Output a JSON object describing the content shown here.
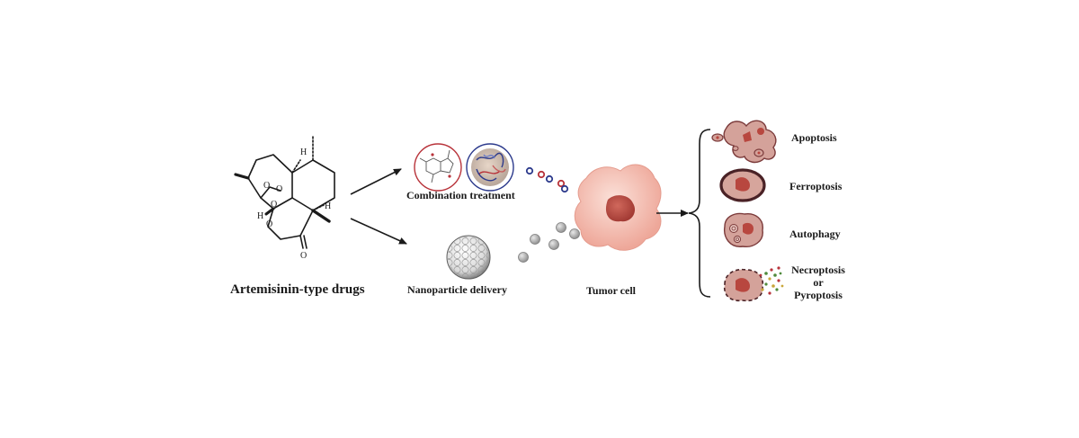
{
  "diagram": {
    "drug_label": "Artemisinin-type drugs",
    "combination_label": "Combination treatment",
    "nanoparticle_label": "Nanoparticle delivery",
    "tumor_label": "Tumor cell",
    "outcomes": {
      "apoptosis": "Apoptosis",
      "ferroptosis": "Ferroptosis",
      "autophagy": "Autophagy",
      "necroptosis": "Necroptosis",
      "or": "or",
      "pyroptosis": "Pyroptosis"
    },
    "molecule_atom_labels": {
      "h_top": "H",
      "h_left": "H",
      "h_right": "H",
      "o_ring_1": "O",
      "o_ring_2": "O",
      "o_ring_3": "O",
      "o_ring_4": "O",
      "o_carbonyl": "O"
    }
  },
  "colors": {
    "ink": "#1a1a1a",
    "cell_fill": "#f2b5a7",
    "nucleus": "#b8473f",
    "particle": "#a9a9a9",
    "combo_red": "#b8333a",
    "combo_blue": "#2c3a8c",
    "death_cell_fill": "#d59f97",
    "ferro_outline": "#4a2226"
  }
}
